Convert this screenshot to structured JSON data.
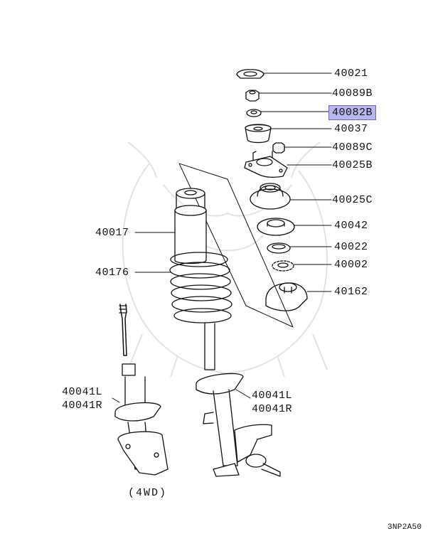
{
  "parts": {
    "p40021": "40021",
    "p40089B": "40089B",
    "p40082B": "40082B",
    "p40037": "40037",
    "p40089C": "40089C",
    "p40025B": "40025B",
    "p40025C": "40025C",
    "p40042": "40042",
    "p40022": "40022",
    "p40002": "40002",
    "p40162": "40162",
    "p40017": "40017",
    "p40176": "40176",
    "left_40041L": "40041L",
    "left_40041R": "40041R",
    "right_40041L": "40041L",
    "right_40041R": "40041R"
  },
  "caption_4wd": "(4WD)",
  "diagram_code": "3NP2A50",
  "highlight_color": "#b8b6ee"
}
